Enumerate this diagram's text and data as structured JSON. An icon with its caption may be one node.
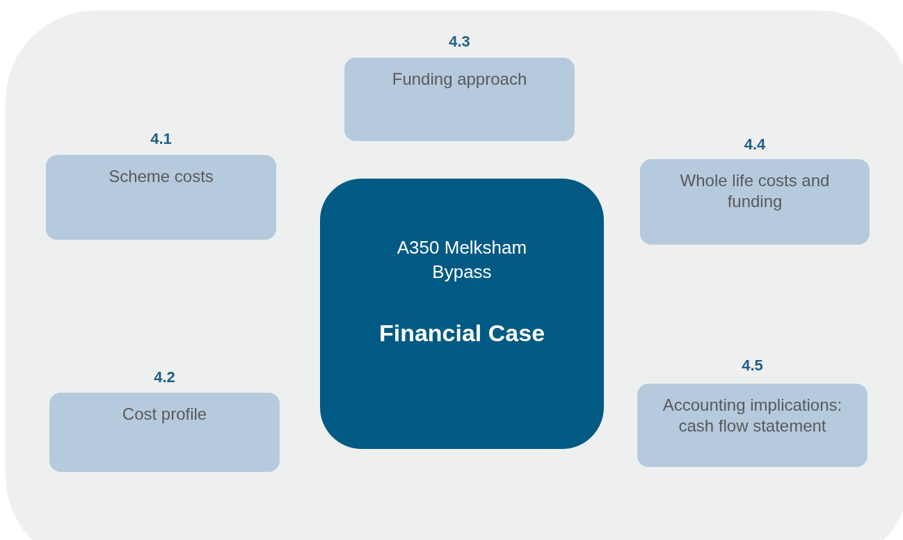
{
  "diagram": {
    "nodes": [
      {
        "text": [
          "4.3",
          "Funding approach"
        ]
      },
      {
        "text": [
          "4.1",
          "Scheme costs"
        ]
      },
      {
        "text": [
          "4.4",
          "Whole life costs and funding"
        ]
      },
      {
        "text": [
          "A350 Melksham Bypass",
          "Financial Case"
        ]
      },
      {
        "text": [
          "4.5",
          "Accounting implications: cash flow statement"
        ]
      },
      {
        "text": [
          "4.2",
          "Cost profile"
        ]
      }
    ]
  }
}
